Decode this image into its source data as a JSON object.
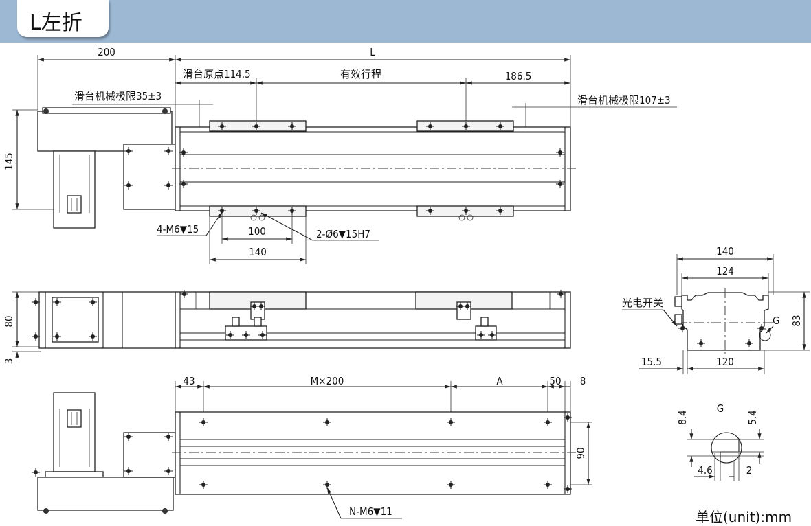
{
  "header": {
    "title": "L左折"
  },
  "top_view": {
    "dim_200": "200",
    "dim_L": "L",
    "origin": "滑台原点114.5",
    "stroke": "有效行程",
    "dim_186_5": "186.5",
    "limit_left": "滑台机械极限35±3",
    "limit_right": "滑台机械极限107±3",
    "dim_145": "145",
    "hole_m6": "4-M6▼15",
    "hole_pin": "2-Ø6▼15H7",
    "dim_100": "100",
    "dim_140": "140"
  },
  "front_view": {
    "dim_80": "80",
    "dim_3": "3"
  },
  "bottom_view": {
    "dim_43": "43",
    "dim_pitch": "M×200",
    "dim_A": "A",
    "dim_50": "50",
    "dim_8": "8",
    "dim_90": "90",
    "hole_n": "N-M6▼11"
  },
  "end_view": {
    "dim_140": "140",
    "dim_124": "124",
    "sensor": "光电开关",
    "label_g": "G",
    "dim_83": "83",
    "dim_15_5": "15.5",
    "dim_120": "120"
  },
  "detail_g": {
    "title": "G",
    "dim_8_4": "8.4",
    "dim_5_4": "5.4",
    "dim_4_6": "4.6",
    "dim_2": "2"
  },
  "footer": {
    "unit": "单位(unit):mm"
  }
}
